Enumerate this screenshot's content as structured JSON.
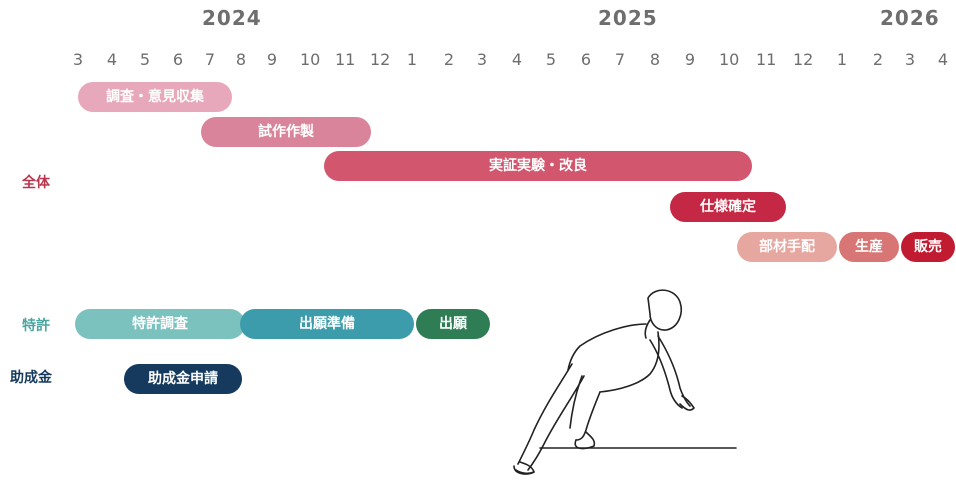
{
  "years": [
    "2024",
    "2025",
    "2026"
  ],
  "months": [
    "3",
    "4",
    "5",
    "6",
    "7",
    "8",
    "9",
    "10",
    "11",
    "12",
    "1",
    "2",
    "3",
    "4",
    "5",
    "6",
    "7",
    "8",
    "9",
    "10",
    "11",
    "12",
    "1",
    "2",
    "3",
    "4"
  ],
  "row_labels": {
    "overall": "全体",
    "patent": "特許",
    "grant": "助成金"
  },
  "colors": {
    "year_text": "#6e6e6e",
    "overall_label": "#b8374f",
    "patent_label": "#4aa5a0",
    "grant_label": "#153a5e",
    "bar_light_pink": "#e6a8ba",
    "bar_pink": "#d9849a",
    "bar_rose": "#d2566e",
    "bar_red": "#c42844",
    "bar_salmon": "#e7a7a1",
    "bar_coral": "#d87575",
    "bar_crimson": "#c01b30",
    "bar_teal_light": "#7bc2bf",
    "bar_teal": "#3c9cab",
    "bar_green": "#2f7d55",
    "bar_navy": "#153a5e"
  },
  "tasks": {
    "survey": "調査・意見収集",
    "prototype": "試作作製",
    "verification": "実証実験・改良",
    "spec": "仕様確定",
    "parts": "部材手配",
    "production": "生産",
    "sales": "販売",
    "patent_search": "特許調査",
    "filing_prep": "出願準備",
    "filing": "出願",
    "grant_application": "助成金申請"
  },
  "illustration": "running-person-illustration"
}
